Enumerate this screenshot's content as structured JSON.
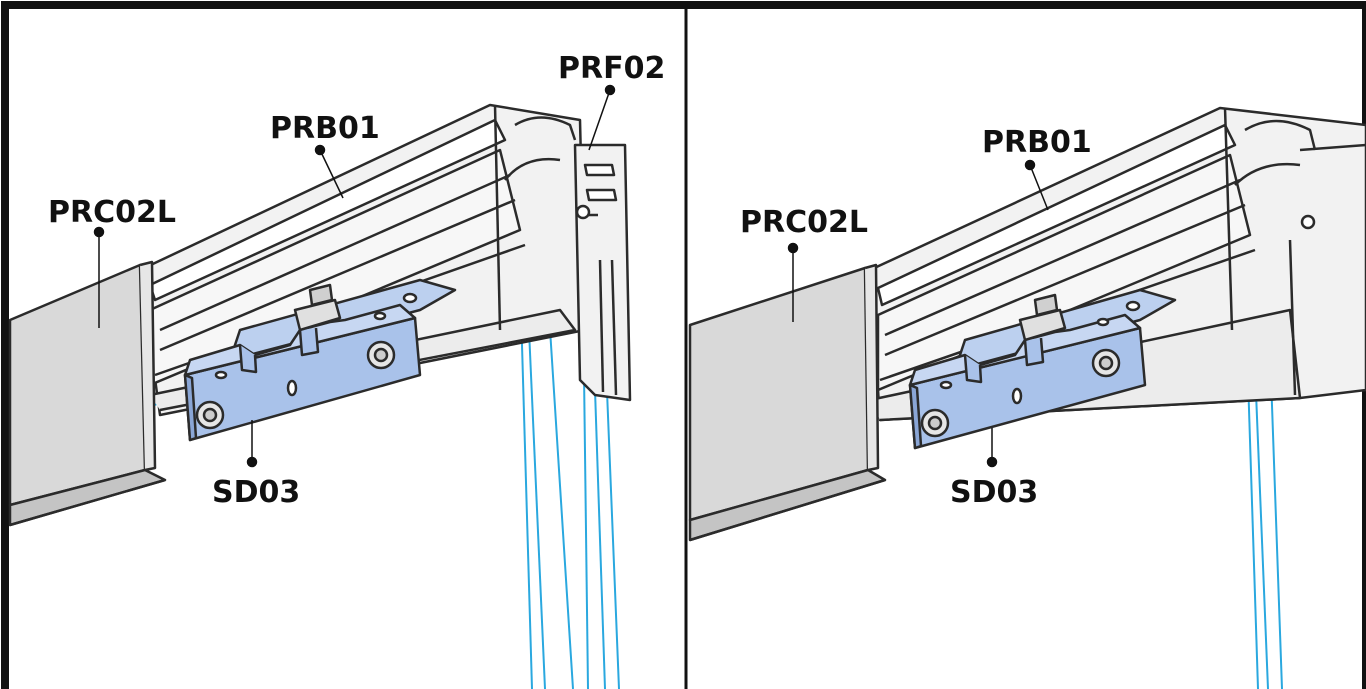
{
  "panels": [
    {
      "labels": {
        "cover": "PRC02L",
        "rail": "PRB01",
        "frame": "PRF02",
        "bracket": "SD03"
      }
    },
    {
      "labels": {
        "cover": "PRC02L",
        "rail": "PRB01",
        "bracket": "SD03"
      }
    }
  ],
  "colors": {
    "frame_border": "#111111",
    "cover_grey": "#d9d9d9",
    "rail_grey": "#f2f2f2",
    "outline": "#2b2b2b",
    "bracket_blue": "#a9c2ea",
    "glass_blue": "#2aa8df"
  }
}
